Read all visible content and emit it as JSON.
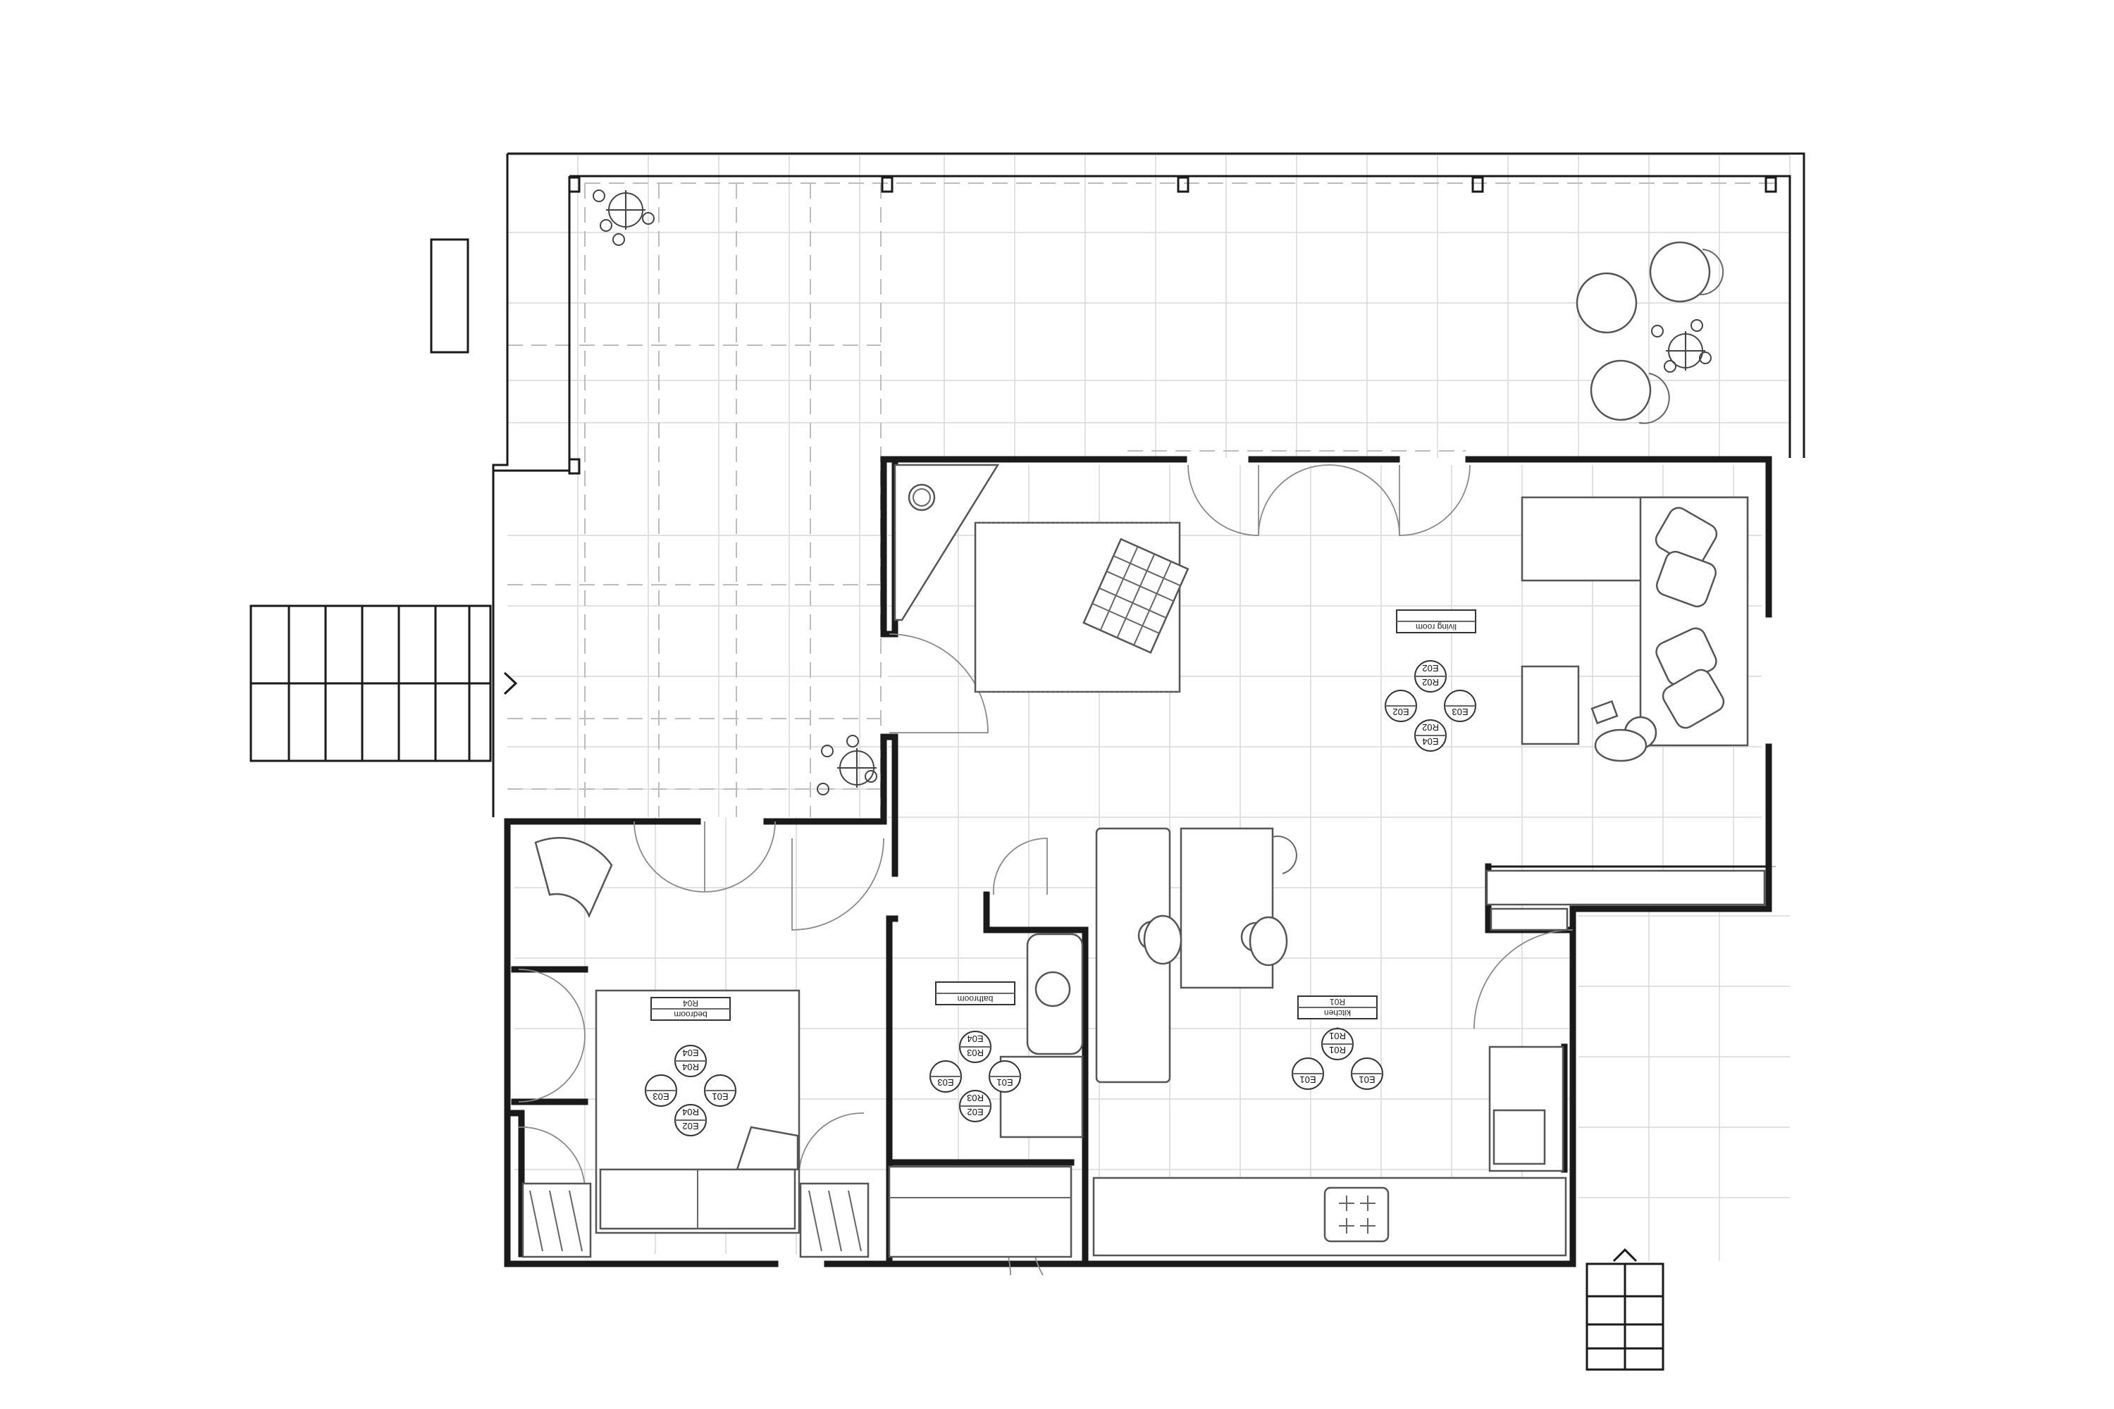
{
  "rooms": [
    {
      "id": "R01",
      "name": "kitchen",
      "tags": {
        "n": "R01",
        "w": "E01",
        "e": "E01",
        "s": "R01"
      }
    },
    {
      "id": "R02",
      "name": "living room",
      "tags": {
        "n": "E04",
        "w": "E02",
        "e": "E03",
        "s": "E02",
        "c_n": "R02",
        "c_s": "R02"
      }
    },
    {
      "id": "R03",
      "name": "bathroom",
      "tags": {
        "n": "E04",
        "w": "E03",
        "e": "E01",
        "s": "E02",
        "c_n": "R03",
        "c_s": "R03"
      }
    },
    {
      "id": "R04",
      "name": "bedroom",
      "tags": {
        "n": "E04",
        "w": "E03",
        "e": "E01",
        "s": "E02",
        "c_n": "R04",
        "c_s": "R04"
      }
    }
  ]
}
